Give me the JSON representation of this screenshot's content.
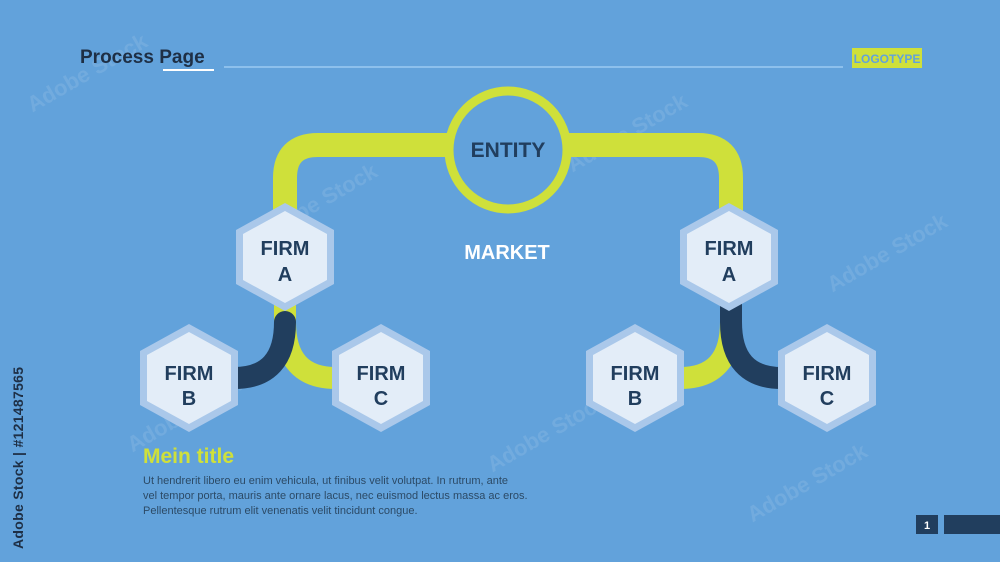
{
  "header": {
    "title_part1": "Process",
    "title_part2": "Page",
    "logo_text": "LOGOTYPE"
  },
  "diagram": {
    "root": "ENTITY",
    "center_label": "MARKET",
    "left_branch": {
      "top": [
        "FIRM",
        "A"
      ],
      "bottom_left": [
        "FIRM",
        "B"
      ],
      "bottom_right": [
        "FIRM",
        "C"
      ]
    },
    "right_branch": {
      "top": [
        "FIRM",
        "A"
      ],
      "bottom_left": [
        "FIRM",
        "B"
      ],
      "bottom_right": [
        "FIRM",
        "C"
      ]
    }
  },
  "content": {
    "heading": "Mein title",
    "paragraph_lines": [
      "Ut hendrerit libero eu enim vehicula, ut finibus velit volutpat. In rutrum, ante",
      "vel tempor porta, mauris ante ornare lacus, nec euismod lectus massa ac eros.",
      "Pellentesque rutrum elit venenatis velit tincidunt congue."
    ]
  },
  "footer": {
    "page_number": "1"
  },
  "credit": "Adobe Stock | #121487565",
  "watermark_text": "Adobe Stock",
  "colors": {
    "background": "#62a2db",
    "accent_yellow": "#cfe03a",
    "dark_navy": "#213e5e",
    "hex_fill": "#e3edf8",
    "hex_border": "#aac8ea"
  }
}
